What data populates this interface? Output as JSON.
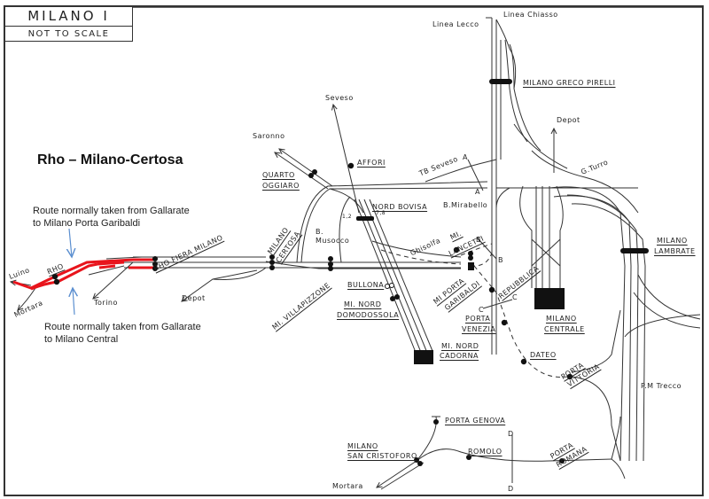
{
  "title_box": {
    "title": "MILANO I",
    "subtitle": "NOT TO SCALE"
  },
  "heading": "Rho – Milano-Certosa",
  "notes": {
    "top_line1": "Route normally taken from Gallarate",
    "top_line2": "to  Milano Porta Garibaldi",
    "bottom_line1": "Route normally taken from Gallarate",
    "bottom_line2": "to  Milano Central"
  },
  "colors": {
    "highlight_route": "#e8141c",
    "arrow": "#5b8fd0",
    "track": "#333333"
  },
  "stations": {
    "rho": "RHO",
    "rho_fiera": "RHO FIERA MILANO",
    "certosa_1": "MILANO",
    "certosa_2": "CERTOSA",
    "villapizzone": "MI. VILLAPIZZONE",
    "quarto_1": "QUARTO",
    "quarto_2": "OGGIARO",
    "affori": "AFFORI",
    "nord_bovisa": "NORD BOVISA",
    "bullona": "BULLONA",
    "domodossola_1": "MI. NORD",
    "domodossola_2": "DOMODOSSOLA",
    "cadorna_1": "MI. NORD",
    "cadorna_2": "CADORNA",
    "lancetti_1": "MI.",
    "lancetti_2": "LANCETTI",
    "garibaldi_1": "MI PORTA",
    "garibaldi_2": "GARIBALDI",
    "repubblica": "REPUBBLICA",
    "venezia_1": "PORTA",
    "venezia_2": "VENEZIA",
    "dateo": "DATEO",
    "vittoria_1": "PORTA",
    "vittoria_2": "VITTORIA",
    "centrale_1": "MILANO",
    "centrale_2": "CENTRALE",
    "lambrate_1": "MILANO",
    "lambrate_2": "LAMBRATE",
    "greco": "MILANO GRECO PIRELLI",
    "genova": "PORTA GENOVA",
    "cristoforo_1": "MILANO",
    "cristoforo_2": "SAN CRISTOFORO",
    "romolo": "ROMOLO",
    "romana_1": "PORTA",
    "romana_2": "ROMANA"
  },
  "places": {
    "luino": "Luino",
    "mortara_w": "Mortara",
    "torino": "Torino",
    "depot_w": "Depot",
    "saronno": "Saronno",
    "seveso": "Seveso",
    "tb_seveso": "TB Seveso",
    "musocco_1": "B.",
    "musocco_2": "Musocco",
    "mirabello": "B.Mirabello",
    "ghisolfa": "Ghisolfa",
    "linea_lecco": "Linea Lecco",
    "linea_chiasso": "Linea Chiasso",
    "depot_e": "Depot",
    "turro": "G.Turro",
    "trecco": "P.M Trecco",
    "mortara_s": "Mortara",
    "bovisa_num_l": "1,2",
    "bovisa_num_r": "7,8"
  },
  "section_marks": {
    "a": "A",
    "b": "B",
    "c": "C",
    "d": "D"
  }
}
